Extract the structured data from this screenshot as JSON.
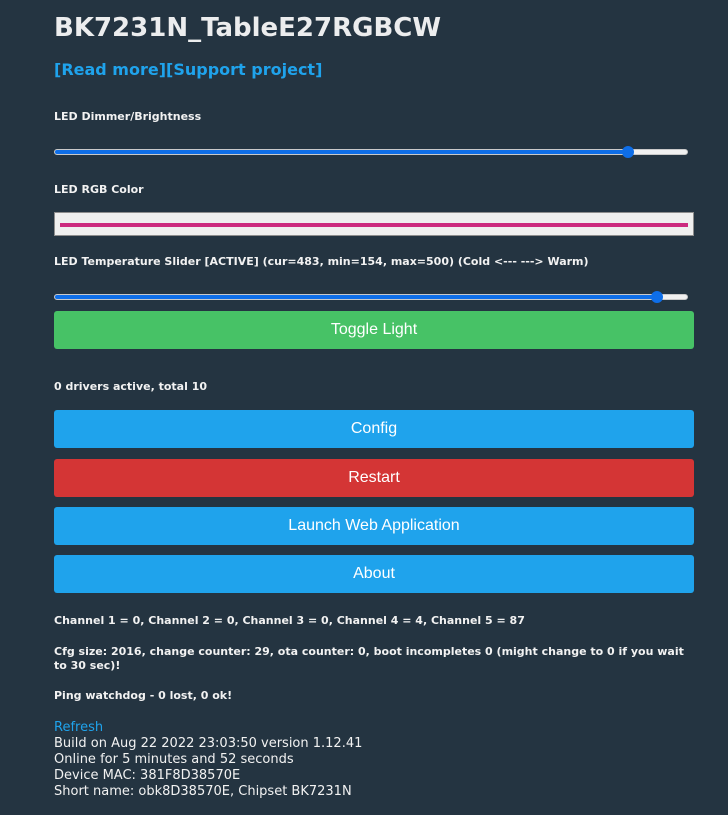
{
  "header": {
    "title": "BK7231N_TableE27RGBCW",
    "read_more_label": "[Read more]",
    "support_label": "[Support project]"
  },
  "dimmer": {
    "label": "LED Dimmer/Brightness",
    "value_fraction": 0.905
  },
  "rgb": {
    "label": "LED RGB Color",
    "color": "#cc2a7e"
  },
  "temperature": {
    "label": "LED Temperature Slider [ACTIVE] (cur=483, min=154, max=500) (Cold <--- ---> Warm)",
    "cur": 483,
    "min": 154,
    "max": 500
  },
  "buttons": {
    "toggle_light": "Toggle Light",
    "config": "Config",
    "restart": "Restart",
    "launch_web_app": "Launch Web Application",
    "about": "About"
  },
  "colors": {
    "accent": "#1fa3ec",
    "toggle": "#47c266",
    "restart": "#d43535",
    "background": "#243441"
  },
  "status": {
    "drivers": "0 drivers active, total 10",
    "channels": "Channel 1 = 0, Channel 2 = 0, Channel 3 = 0, Channel 4 = 4, Channel 5 = 87",
    "cfg": "Cfg size: 2016, change counter: 29, ota counter: 0, boot incompletes 0 (might change to 0 if you wait to 30 sec)!",
    "ping": "Ping watchdog - 0 lost, 0 ok!"
  },
  "footer": {
    "refresh_label": "Refresh",
    "build": "Build on Aug 22 2022 23:03:50 version 1.12.41",
    "online": "Online for 5 minutes and 52 seconds",
    "mac": "Device MAC: 381F8D38570E",
    "short_name": "Short name: obk8D38570E, Chipset BK7231N"
  }
}
